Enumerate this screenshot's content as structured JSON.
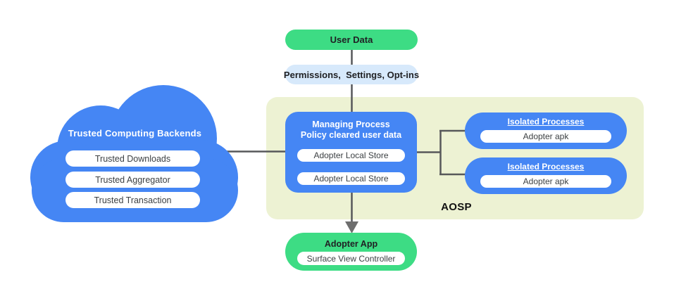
{
  "diagram": {
    "user_data": {
      "label": "User Data"
    },
    "permissions": {
      "label": "Permissions,  Settings, Opt-ins"
    },
    "cloud": {
      "title": "Trusted Computing Backends",
      "items": [
        "Trusted Downloads",
        "Trusted Aggregator",
        "Trusted Transaction"
      ]
    },
    "aosp": {
      "label": "AOSP",
      "managing_process": {
        "title_line1": "Managing Process",
        "title_line2": "Policy cleared user data",
        "stores": [
          "Adopter Local Store",
          "Adopter Local Store"
        ]
      },
      "isolated_processes": [
        {
          "title": "Isolated Processes",
          "item": "Adopter apk"
        },
        {
          "title": "Isolated Processes",
          "item": "Adopter apk"
        }
      ]
    },
    "adopter_app": {
      "title": "Adopter App",
      "item": "Surface View Controller"
    }
  },
  "colors": {
    "blue": "#4586f4",
    "green": "#3ddc84",
    "light_blue": "#d7e9fb",
    "aosp_bg": "#edf2d3",
    "line": "#57585a",
    "arrow": "#6e6e6e"
  }
}
